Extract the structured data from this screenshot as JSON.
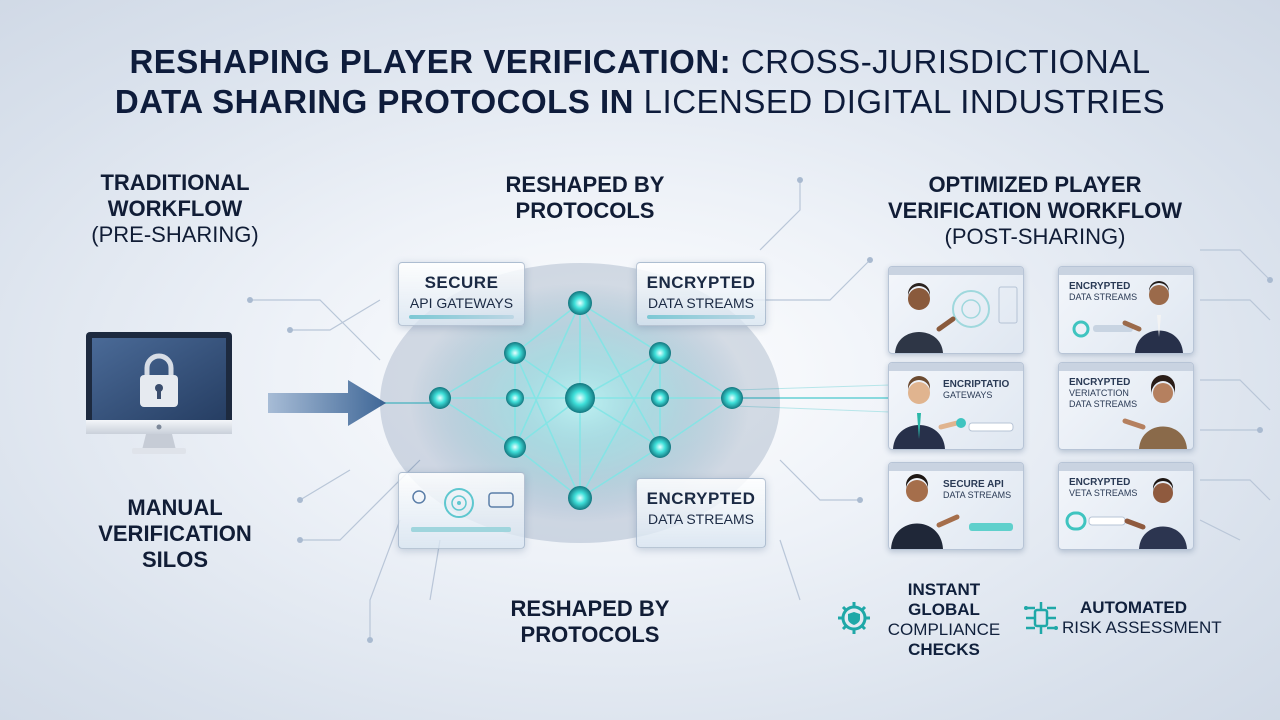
{
  "title": {
    "line1_bold": "RESHAPING PLAYER VERIFICATION:",
    "line1_thin": "CROSS-JURISDICTIONAL",
    "line2_bold": "DATA SHARING PROTOCOLS IN",
    "line2_thin": "LICENSED DIGITAL INDUSTRIES"
  },
  "left": {
    "heading_line1": "TRADITIONAL",
    "heading_line2": "WORKFLOW",
    "heading_sub": "(PRE-SHARING)",
    "caption_line1": "MANUAL",
    "caption_line2": "VERIFICATION",
    "caption_line3": "SILOS",
    "monitor_icon": "padlock-monitor-icon"
  },
  "center": {
    "heading_top_line1": "RESHAPED BY",
    "heading_top_line2": "PROTOCOLS",
    "heading_bottom_line1": "RESHAPED BY",
    "heading_bottom_line2": "PROTOCOLS",
    "panels": {
      "top_left_l1": "SECURE",
      "top_left_l2": "API GATEWAYS",
      "top_right_l1": "ENCRYPTED",
      "top_right_l2": "DATA STREAMS",
      "bottom_right_l1": "ENCRYPTED",
      "bottom_right_l2": "DATA STREAMS"
    }
  },
  "right": {
    "heading_line1": "OPTIMIZED PLAYER",
    "heading_line2": "VERIFICATION WORKFLOW",
    "heading_sub": "(POST-SHARING)",
    "cards": [
      {
        "l1": "",
        "l2": ""
      },
      {
        "l1": "ENCRYPTED",
        "l2": "DATA STREAMS"
      },
      {
        "l1": "ENCRIPTATIO",
        "l2": "GATEWAYS"
      },
      {
        "l1": "ENCRYPTED",
        "l2": "VERIATCTION DATA STREAMS"
      },
      {
        "l1": "SECURE API",
        "l2": "DATA STREAMS"
      },
      {
        "l1": "ENCRYPTED",
        "l2": "VETA STREAMS"
      }
    ],
    "features": [
      {
        "line1": "INSTANT",
        "line2": "GLOBAL",
        "line3": "COMPLIANCE",
        "line4": "CHECKS",
        "icon": "gear-shield-icon"
      },
      {
        "line1": "AUTOMATED",
        "line2": "RISK ASSESSMENT",
        "icon": "circuit-chip-icon"
      }
    ]
  },
  "colors": {
    "accent_teal": "#2fc4c4",
    "navy": "#0e1c3b",
    "arrow_blue": "#3f6797"
  }
}
